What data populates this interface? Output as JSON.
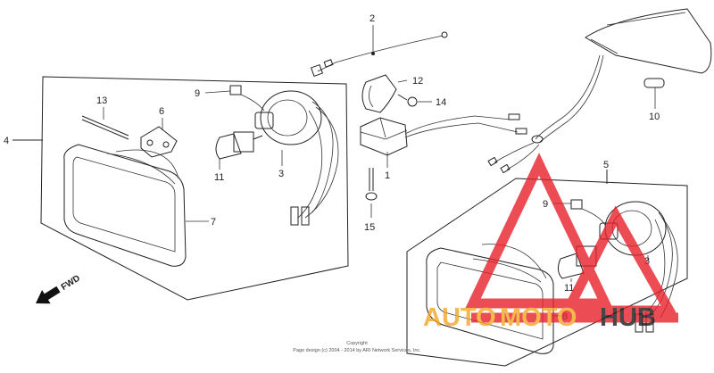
{
  "callouts": {
    "c1": "1",
    "c2": "2",
    "c3a": "3",
    "c3b": "3",
    "c4": "4",
    "c5": "5",
    "c6": "6",
    "c7": "7",
    "c8": "8",
    "c9a": "9",
    "c9b": "9",
    "c10": "10",
    "c11a": "11",
    "c11b": "11",
    "c12": "12",
    "c13": "13",
    "c14": "14",
    "c15": "15"
  },
  "direction_label": "FWD",
  "copyright": {
    "line1": "Copyright",
    "line2": "Page design (c) 2004 - 2014 by ARI Network Services, Inc."
  },
  "watermark": {
    "text": "AUTOMOTOHUB",
    "colors": {
      "triangle": "#e8202a",
      "auto": "#f5a623",
      "moto": "#f5a623",
      "hub": "#1a1a1a"
    }
  }
}
